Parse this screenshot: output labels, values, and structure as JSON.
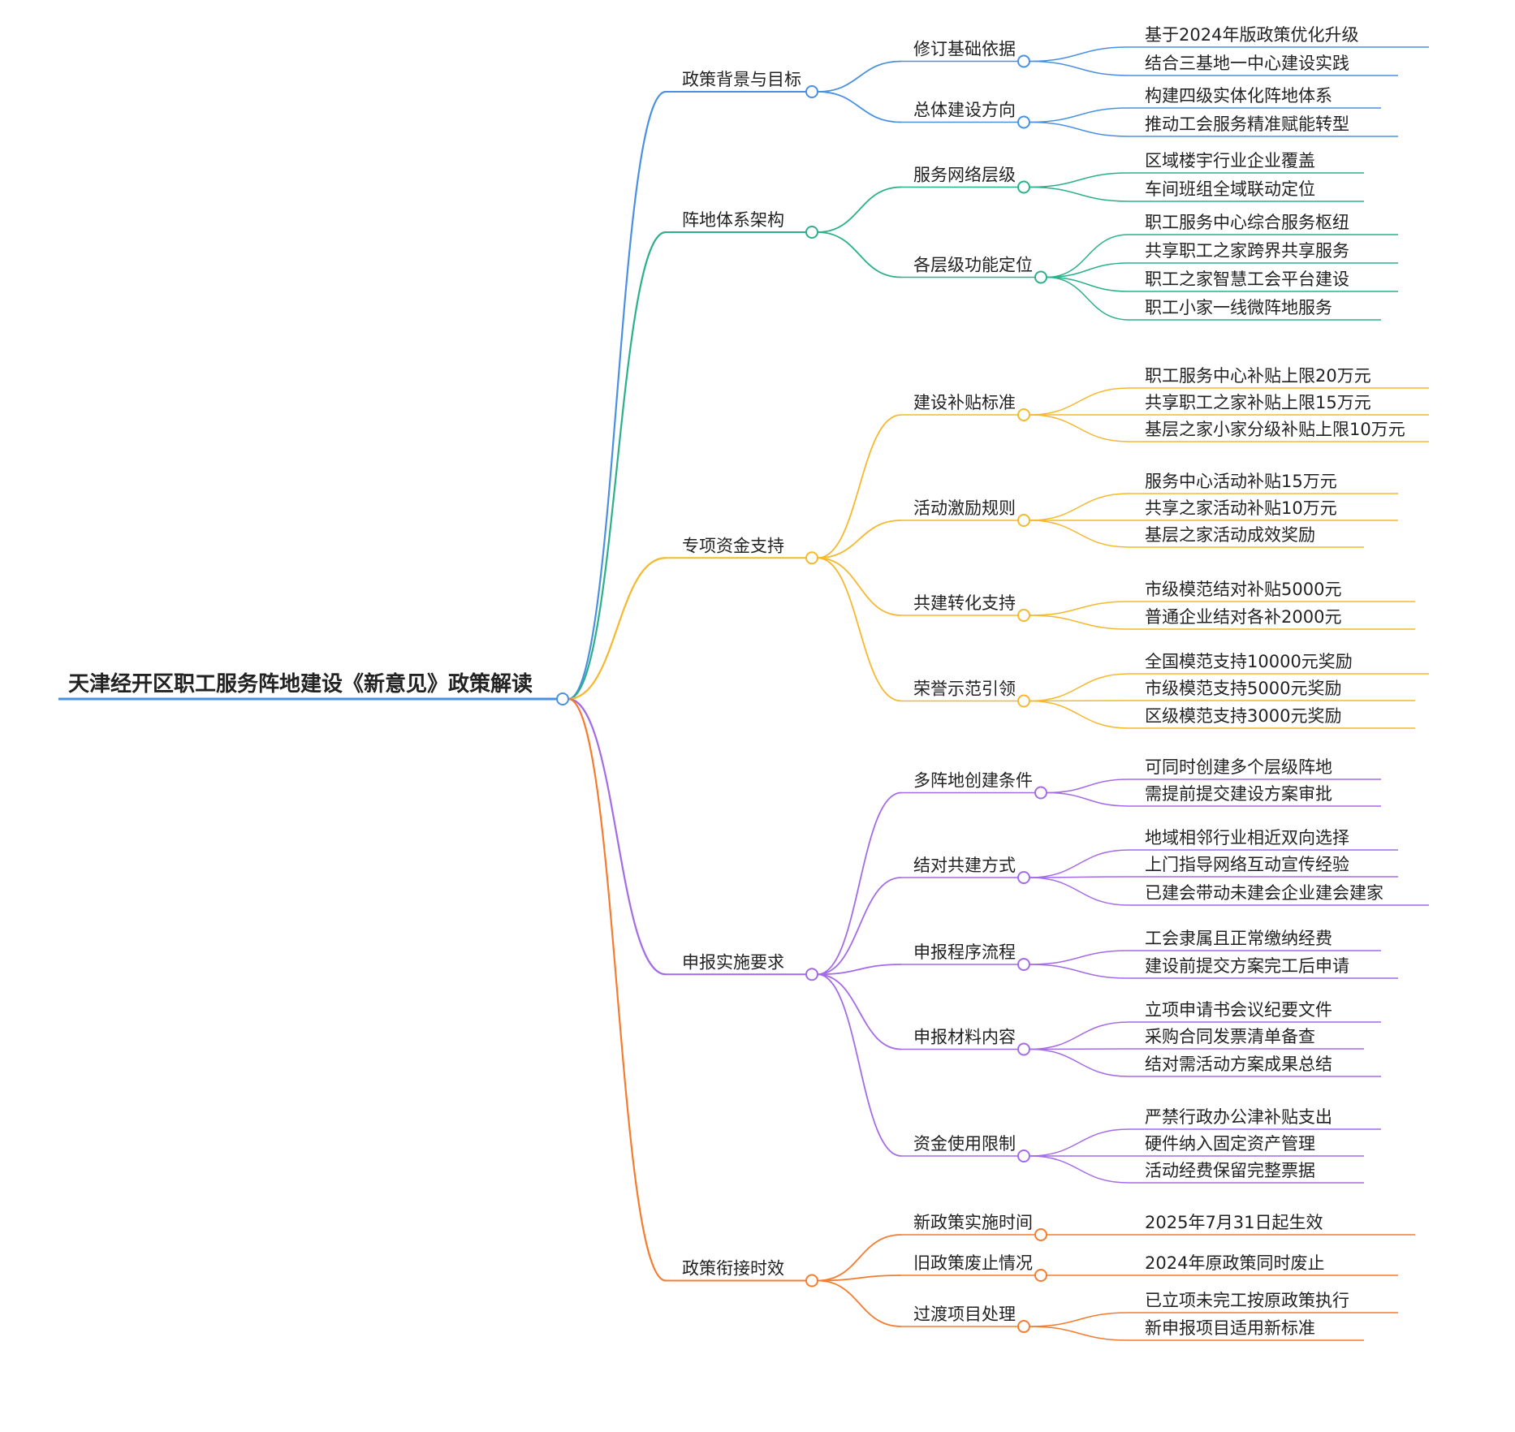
{
  "root": "天津经开区职工服务阵地建设《新意见》政策解读",
  "colors": {
    "root_line": "#4a90e2",
    "node_fill": "#ffffff",
    "branch_colors": [
      "#4a90e2",
      "#2bb08a",
      "#f5b82e",
      "#a46be8",
      "#f57c2e"
    ]
  },
  "branches": [
    {
      "label": "政策背景与目标",
      "children": [
        {
          "label": "修订基础依据",
          "items": [
            "基于2024年版政策优化升级",
            "结合三基地一中心建设实践"
          ]
        },
        {
          "label": "总体建设方向",
          "items": [
            "构建四级实体化阵地体系",
            "推动工会服务精准赋能转型"
          ]
        }
      ]
    },
    {
      "label": "阵地体系架构",
      "children": [
        {
          "label": "服务网络层级",
          "items": [
            "区域楼宇行业企业覆盖",
            "车间班组全域联动定位"
          ]
        },
        {
          "label": "各层级功能定位",
          "items": [
            "职工服务中心综合服务枢纽",
            "共享职工之家跨界共享服务",
            "职工之家智慧工会平台建设",
            "职工小家一线微阵地服务"
          ]
        }
      ]
    },
    {
      "label": "专项资金支持",
      "children": [
        {
          "label": "建设补贴标准",
          "items": [
            "职工服务中心补贴上限20万元",
            "共享职工之家补贴上限15万元",
            "基层之家小家分级补贴上限10万元"
          ]
        },
        {
          "label": "活动激励规则",
          "items": [
            "服务中心活动补贴15万元",
            "共享之家活动补贴10万元",
            "基层之家活动成效奖励"
          ]
        },
        {
          "label": "共建转化支持",
          "items": [
            "市级模范结对补贴5000元",
            "普通企业结对各补2000元"
          ]
        },
        {
          "label": "荣誉示范引领",
          "items": [
            "全国模范支持10000元奖励",
            "市级模范支持5000元奖励",
            "区级模范支持3000元奖励"
          ]
        }
      ]
    },
    {
      "label": "申报实施要求",
      "children": [
        {
          "label": "多阵地创建条件",
          "items": [
            "可同时创建多个层级阵地",
            "需提前提交建设方案审批"
          ]
        },
        {
          "label": "结对共建方式",
          "items": [
            "地域相邻行业相近双向选择",
            "上门指导网络互动宣传经验",
            "已建会带动未建会企业建会建家"
          ]
        },
        {
          "label": "申报程序流程",
          "items": [
            "工会隶属且正常缴纳经费",
            "建设前提交方案完工后申请"
          ]
        },
        {
          "label": "申报材料内容",
          "items": [
            "立项申请书会议纪要文件",
            "采购合同发票清单备查",
            "结对需活动方案成果总结"
          ]
        },
        {
          "label": "资金使用限制",
          "items": [
            "严禁行政办公津补贴支出",
            "硬件纳入固定资产管理",
            "活动经费保留完整票据"
          ]
        }
      ]
    },
    {
      "label": "政策衔接时效",
      "children": [
        {
          "label": "新政策实施时间",
          "items": [
            "2025年7月31日起生效"
          ]
        },
        {
          "label": "旧政策废止情况",
          "items": [
            "2024年原政策同时废止"
          ]
        },
        {
          "label": "过渡项目处理",
          "items": [
            "已立项未完工按原政策执行",
            "新申报项目适用新标准"
          ]
        }
      ]
    }
  ]
}
